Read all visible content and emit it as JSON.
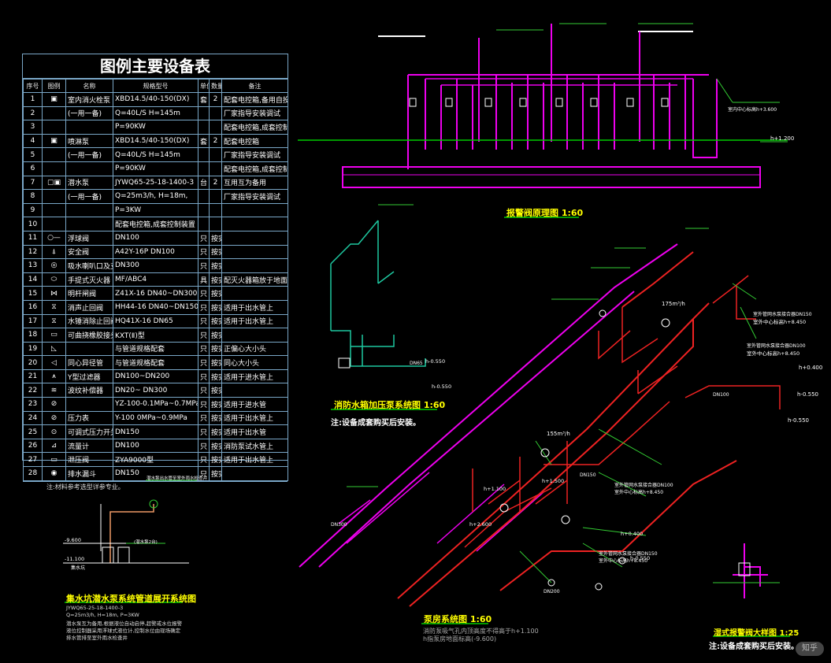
{
  "equipment_table": {
    "title": "图例主要设备表",
    "headers": [
      "序号",
      "图例",
      "名称",
      "规格型号",
      "单位",
      "数量",
      "备注"
    ],
    "rows": [
      {
        "no": "1",
        "symbol": "pump-box",
        "name": "室内消火栓泵",
        "spec": "XBD14.5/40-150(DX)",
        "unit": "套",
        "qty": "2",
        "remark": "配套电控箱,备用自投"
      },
      {
        "no": "2",
        "symbol": "",
        "name": "(一用一备)",
        "spec": "Q=40L/S  H=145m",
        "unit": "",
        "qty": "",
        "remark": "厂家指导安装调试"
      },
      {
        "no": "3",
        "symbol": "",
        "name": "",
        "spec": "P=90KW",
        "unit": "",
        "qty": "",
        "remark": "配套电控箱,成套控制装置"
      },
      {
        "no": "4",
        "symbol": "pump-box",
        "name": "喷淋泵",
        "spec": "XBD14.5/40-150(DX)",
        "unit": "套",
        "qty": "2",
        "remark": "配套电控箱"
      },
      {
        "no": "5",
        "symbol": "",
        "name": "(一用一备)",
        "spec": "Q=40L/S  H=145m",
        "unit": "",
        "qty": "",
        "remark": "厂家指导安装调试"
      },
      {
        "no": "6",
        "symbol": "",
        "name": "",
        "spec": "P=90KW",
        "unit": "",
        "qty": "",
        "remark": "配套电控箱,成套控制装置"
      },
      {
        "no": "7",
        "symbol": "pump-pair",
        "name": "潜水泵",
        "spec": "JYWQ65-25-18-1400-3",
        "unit": "台",
        "qty": "2",
        "remark": "互用互为备用"
      },
      {
        "no": "8",
        "symbol": "",
        "name": "(一用一备)",
        "spec": "Q=25m3/h, H=18m,",
        "unit": "",
        "qty": "",
        "remark": "厂家指导安装调试"
      },
      {
        "no": "9",
        "symbol": "",
        "name": "",
        "spec": "P=3KW",
        "unit": "",
        "qty": "",
        "remark": ""
      },
      {
        "no": "10",
        "symbol": "",
        "name": "",
        "spec": "配套电控箱,成套控制装置",
        "unit": "",
        "qty": "",
        "remark": ""
      },
      {
        "no": "11",
        "symbol": "valve-line",
        "name": "浮球阀",
        "spec": "DN100",
        "unit": "只",
        "qty": "按实",
        "remark": ""
      },
      {
        "no": "12",
        "symbol": "relief",
        "name": "安全阀",
        "spec": "A42Y-16P    DN100",
        "unit": "只",
        "qty": "按实",
        "remark": ""
      },
      {
        "no": "13",
        "symbol": "circle-dot",
        "name": "吸水喇叭口及支架",
        "spec": "DN300",
        "unit": "只",
        "qty": "按实",
        "remark": ""
      },
      {
        "no": "14",
        "symbol": "extinguisher",
        "name": "手提式灭火器",
        "spec": "MF/ABC4",
        "unit": "具",
        "qty": "按实",
        "remark": "配灭火器箱放于地面"
      },
      {
        "no": "15",
        "symbol": "gate",
        "name": "明杆闸阀",
        "spec": "Z41X-16 DN40~DN300",
        "unit": "只",
        "qty": "按实",
        "remark": ""
      },
      {
        "no": "16",
        "symbol": "check",
        "name": "消声止回阀",
        "spec": "HH44-16 DN40~DN150",
        "unit": "只",
        "qty": "按实",
        "remark": "适用于出水管上"
      },
      {
        "no": "17",
        "symbol": "check",
        "name": "水锤消除止回阀",
        "spec": "HQ41X-16  DN65",
        "unit": "只",
        "qty": "按实",
        "remark": "适用于出水管上"
      },
      {
        "no": "18",
        "symbol": "joint",
        "name": "可曲挠橡胶接头",
        "spec": "KXT(Ⅱ)型",
        "unit": "只",
        "qty": "按实",
        "remark": ""
      },
      {
        "no": "19",
        "symbol": "reducer",
        "name": "",
        "spec": "与管道规格配套",
        "unit": "只",
        "qty": "按实",
        "remark": "正偏心大小头"
      },
      {
        "no": "20",
        "symbol": "reducer2",
        "name": "同心异径管",
        "spec": "与管道规格配套",
        "unit": "只",
        "qty": "按实",
        "remark": "同心大小头"
      },
      {
        "no": "21",
        "symbol": "strainer",
        "name": "Y型过滤器",
        "spec": "DN100~DN200",
        "unit": "只",
        "qty": "按实",
        "remark": "适用于进水管上"
      },
      {
        "no": "22",
        "symbol": "bellows",
        "name": "波纹补偿器",
        "spec": "DN20~ DN300",
        "unit": "只",
        "qty": "按实",
        "remark": ""
      },
      {
        "no": "23",
        "symbol": "gauge",
        "name": "",
        "spec": "YZ-100-0.1MPa~0.7MPa",
        "unit": "只",
        "qty": "按实",
        "remark": "适用于进水管"
      },
      {
        "no": "24",
        "symbol": "gauge",
        "name": "压力表",
        "spec": "Y-100 0MPa~0.9MPa",
        "unit": "只",
        "qty": "按实",
        "remark": "适用于出水管上"
      },
      {
        "no": "25",
        "symbol": "switch",
        "name": "可调式压力开关",
        "spec": "DN150",
        "unit": "只",
        "qty": "按实",
        "remark": "适用于出水管"
      },
      {
        "no": "26",
        "symbol": "flow",
        "name": "流量计",
        "spec": "DN100",
        "unit": "只",
        "qty": "按实",
        "remark": "消防泵试水管上"
      },
      {
        "no": "27",
        "symbol": "pressure",
        "name": "泄压阀",
        "spec": "ZYA9000型",
        "unit": "只",
        "qty": "按实",
        "remark": "适用于出水管上"
      },
      {
        "no": "28",
        "symbol": "target",
        "name": "排水漏斗",
        "spec": "DN150",
        "unit": "只",
        "qty": "按实",
        "remark": ""
      }
    ],
    "note": "注:材料参考选型详参专业。"
  },
  "drawings": {
    "alarm_valve_title": "报警阀原理图 1:60",
    "tank_title": "消防水箱加压泵系统图  1:60",
    "tank_note": "注:设备成套购买后安装。",
    "pump_room_title": "泵房系统图  1:60",
    "pump_room_sub1": "消防泵吸气孔内顶高度不得高于h+1.100",
    "pump_room_sub2": "h指泵房地面标高(-9.600)",
    "sump_title": "集水坑潜水泵系统管道展开系统图",
    "sump_notes": [
      "JYWQ65-25-18-1400-3",
      "Q=25m3/h, H=18m, P=3KW",
      "潜水泵互为备用,根据液位自动启停,超警戒水位报警",
      "液位控制器采用浮球式液位计,控制水位由现场确定",
      "排水管排至室外雨水检查井"
    ],
    "wet_valve_title": "湿式报警阀大样图 1:25",
    "wet_valve_note": "注:设备成套购买后安装。"
  },
  "annotations": {
    "elev_1200": "h+1.200",
    "elev_3600": "室内中心标高h+3.600",
    "dn150_a": "室外管网水泵接合器DN150",
    "elev_8450_a": "室外中心标高h+8.450",
    "dn100_a": "室外管网水泵接合器DN100",
    "elev_8450_b": "室外中心标高h+8.450",
    "elev_0400": "h+0.400",
    "elev_0550_a": "h-0.550",
    "elev_0550_b": "h-0.550",
    "elev_0550_c": "h-0.550",
    "elev_0550_d": "h-0.550",
    "elev_0400_b": "h+0.400",
    "elev_0550_e": "h-0.550",
    "elev_8450_c": "室外中心标高h+8.450",
    "dn100_b": "室外管网水泵接合器DN100",
    "dn150_b": "室外管网水泵接合器DN150",
    "elev_8450_d": "室外中心标高h+8.450",
    "vol_155": "155m³/h",
    "vol_175": "175m³/h",
    "elev_1100": "h+1.100",
    "elev_1500": "h+1.500",
    "elev_2600": "h+2.600",
    "sump_elev_1": "-9.600",
    "sump_elev_2": "-11.100",
    "sump_label_top": "潜水泵出水管至室外雨水检查井",
    "sump_label_1": "集水坑",
    "sump_label_2": "(潜水泵2台)",
    "dn150_pipe": "DN150",
    "dn100_pipe": "DN100",
    "dn65_pipe": "DN65",
    "dn200_pipe": "DN200",
    "dn300_pipe": "DN300"
  },
  "watermark": "知乎"
}
